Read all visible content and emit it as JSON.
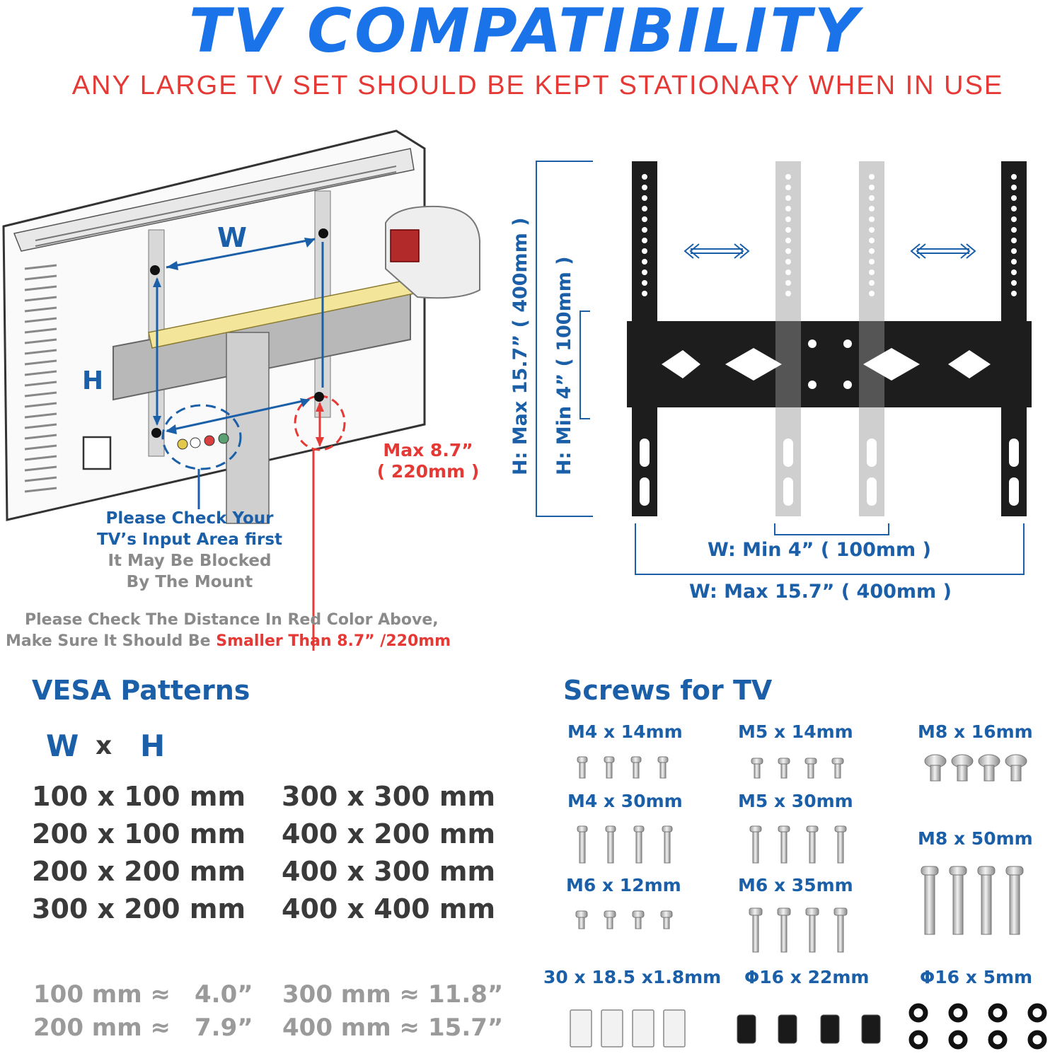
{
  "header": {
    "title": "TV  COMPATIBILITY",
    "subtitle": "ANY LARGE TV SET SHOULD BE KEPT STATIONARY WHEN IN USE"
  },
  "tv_diagram": {
    "w_label": "W",
    "h_label": "H",
    "max_label_line1": "Max  8.7”",
    "max_label_line2": "( 220mm )",
    "input_note_line1": "Please Check Your",
    "input_note_line2": "TV’s Input Area first",
    "input_note_line3": "It May Be Blocked",
    "input_note_line4": "By The Mount",
    "distance_note_line1": "Please Check The Distance In Red Color Above,",
    "distance_note_line2_prefix": "Make Sure It Should Be ",
    "distance_note_line2_highlight": "Smaller Than 8.7”  /220mm"
  },
  "mount_diagram": {
    "h_max": "H:  Max  15.7”  ( 400mm )",
    "h_min": "H:  Min  4”  ( 100mm )",
    "w_min": "W:  Min  4”  ( 100mm )",
    "w_max": "W:  Max  15.7”  ( 400mm )"
  },
  "vesa": {
    "heading": "VESA Patterns",
    "axis_w": "W",
    "axis_x": "x",
    "axis_h": "H",
    "left_column": [
      "100 x 100 mm",
      "200 x 100 mm",
      "200 x 200 mm",
      "300 x 200 mm"
    ],
    "right_column": [
      "300 x 300 mm",
      "400 x 200 mm",
      "400 x 300 mm",
      "400 x 400 mm"
    ],
    "conversions": [
      {
        "mm": "100 mm ≈",
        "inch": "4.0”"
      },
      {
        "mm": "200 mm ≈",
        "inch": "7.9”"
      },
      {
        "mm": "300 mm ≈",
        "inch": "11.8”"
      },
      {
        "mm": "400 mm ≈",
        "inch": "15.7”"
      }
    ]
  },
  "screws": {
    "heading": "Screws for TV",
    "items": [
      {
        "label": "M4 x 14mm",
        "icon": "short-screw-icon"
      },
      {
        "label": "M5 x 14mm",
        "icon": "short-screw-icon"
      },
      {
        "label": "M8 x 16mm",
        "icon": "wide-screw-icon"
      },
      {
        "label": "M4 x 30mm",
        "icon": "medium-screw-icon"
      },
      {
        "label": "M5 x 30mm",
        "icon": "medium-screw-icon"
      },
      {
        "label": "M8 x 50mm",
        "icon": "long-screw-icon"
      },
      {
        "label": "M6 x 12mm",
        "icon": "short-screw-icon"
      },
      {
        "label": "M6 x 35mm",
        "icon": "medium-screw-icon"
      },
      {
        "label": "30 x 18.5 x1.8mm",
        "icon": "spacer-plate-icon"
      },
      {
        "label": "Φ16 x 22mm",
        "icon": "spacer-tube-icon"
      },
      {
        "label": "Φ16 x 5mm",
        "icon": "washer-icon"
      }
    ]
  },
  "colors": {
    "title_blue": "#1a73e8",
    "text_blue": "#1a5fa8",
    "warning_red": "#e53935",
    "dark_text": "#3a3a3a",
    "muted_gray": "#9a9a9a"
  }
}
